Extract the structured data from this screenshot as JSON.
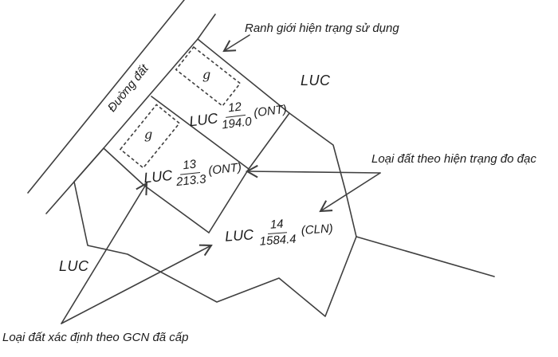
{
  "labels": {
    "boundary": "Ranh giới hiện trạng sử dụng",
    "road": "Đường đất",
    "current_type": "Loại đất theo hiện trạng đo đạc",
    "gcn_type": "Loại đất xác định theo GCN đã cấp",
    "region_top": "LUC",
    "region_bottom": "LUC"
  },
  "parcels": [
    {
      "land_type": "LUC",
      "number": "12",
      "area": "194.0",
      "reg_type": "(ONT)",
      "mark": "g"
    },
    {
      "land_type": "LUC",
      "number": "13",
      "area": "213.3",
      "reg_type": "(ONT)",
      "mark": "g"
    },
    {
      "land_type": "LUC",
      "number": "14",
      "area": "1584.4",
      "reg_type": "(CLN)"
    }
  ],
  "colors": {
    "line": "#3f3f3f",
    "text": "#1c1c1c",
    "background": "#ffffff"
  }
}
